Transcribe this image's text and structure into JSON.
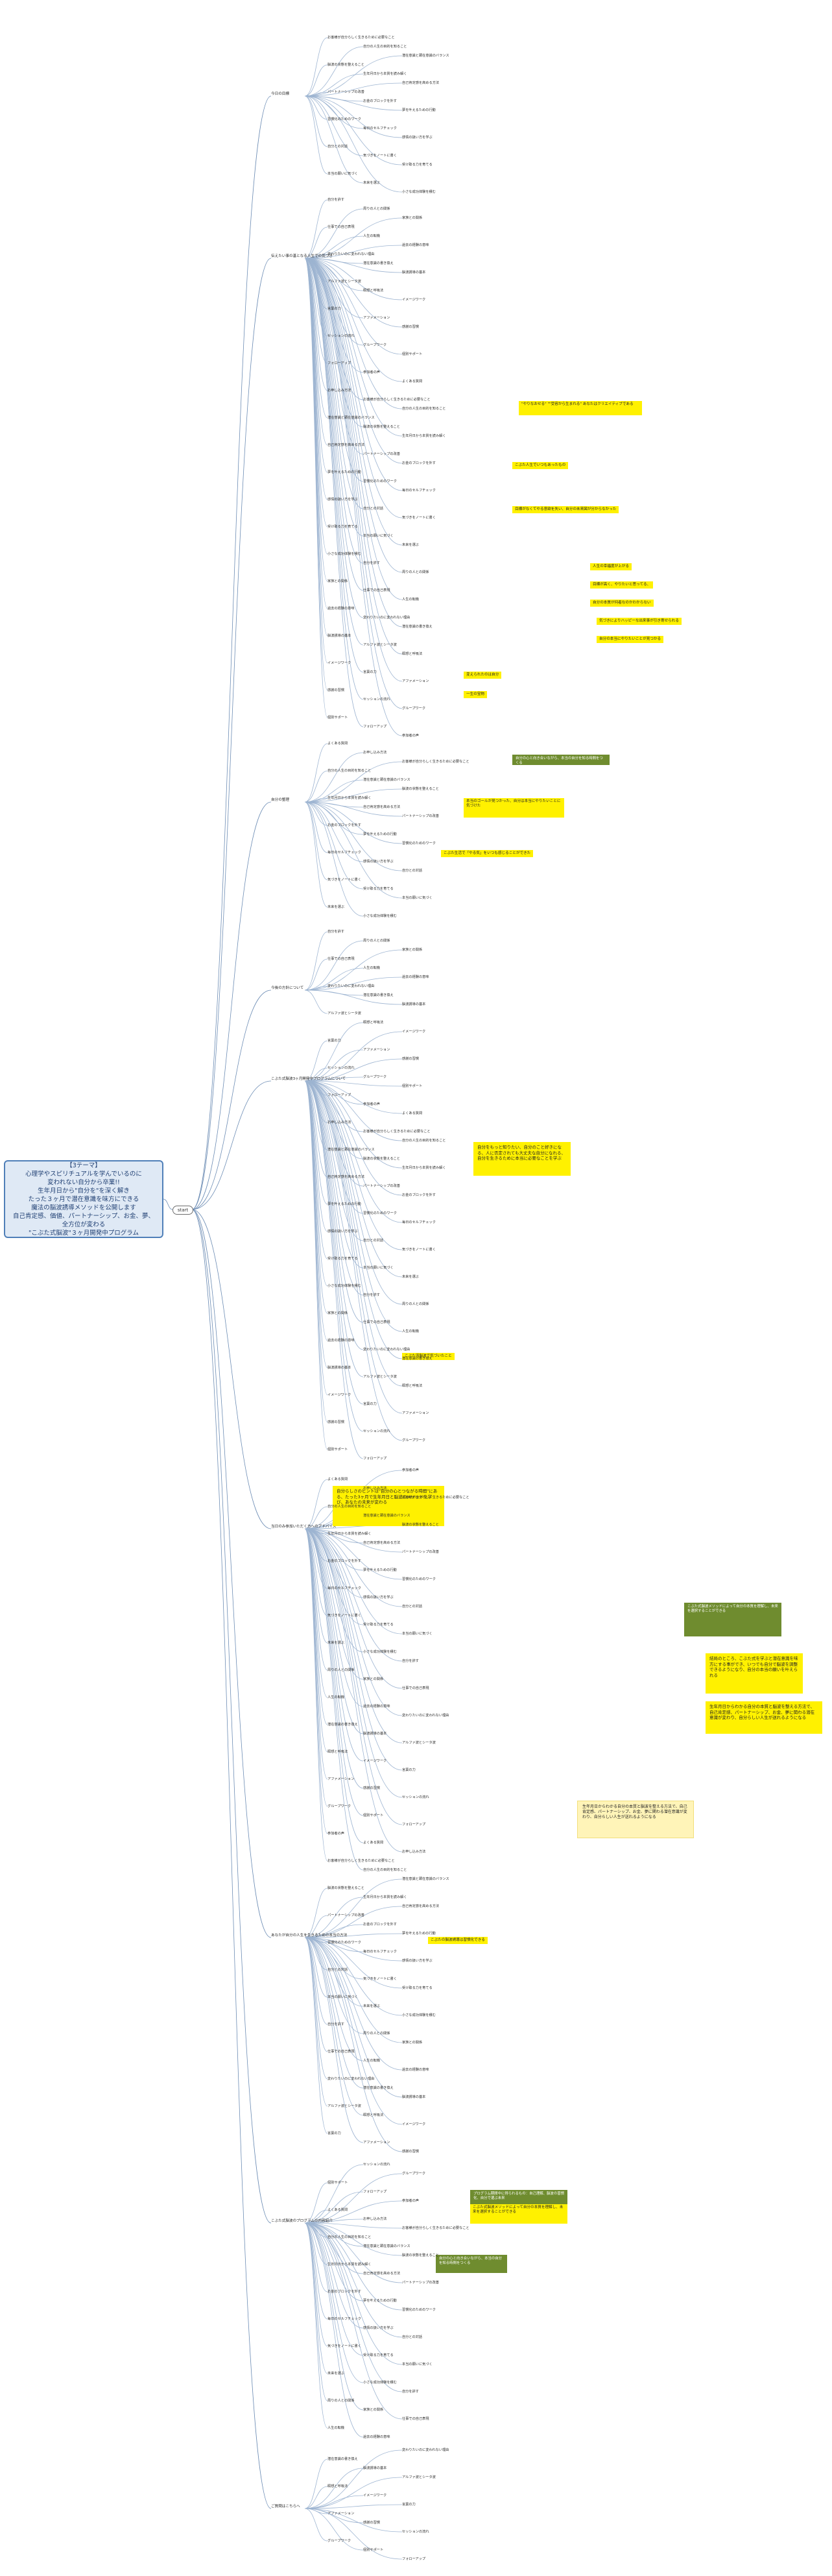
{
  "root": {
    "lines": [
      "【3テーマ】",
      "心理学やスピリチュアルを学んでいるのに",
      "変われない自分から卒業!!",
      "生年月日から\"自分を\"を深く解き",
      "たった３ヶ月で潜在意識を味方にできる",
      "魔法の脳波誘導メソッドを公開します",
      "自己肯定感、価値、パートナーシップ、お金、夢、",
      "全方位が変わる",
      "\"こぶた式脳波\"３ヶ月開発中プログラム"
    ]
  },
  "start_label": "start",
  "main_branches": [
    {
      "label": "今日の目標"
    },
    {
      "label": "伝えたい事の基となる人生での気づき"
    },
    {
      "label": "自分の整理"
    },
    {
      "label": "今後の方針について"
    },
    {
      "label": "こぶた式脳波3ヶ月開発中プログラムについて"
    },
    {
      "label": "当日のみ参加いただく方へのアドバイス"
    },
    {
      "label": "あなたが自分の人生を生きるための本当の方法"
    },
    {
      "label": "こぶた式脳波のプログラムの内容紹介"
    },
    {
      "label": "ご質問はこちらへ"
    }
  ],
  "highlights": {
    "h1": "\"やりなおせる\" \"\"受容から生まれる\" あなたはクリエイティブである",
    "h2": "こぶた人生でいつもあったもの",
    "h3": "目標がなくてやる意欲を失い、自分の未来図が分からなかった",
    "h4": "人生の幸福度が上がる",
    "h5": "目標が高く、やりたいと思ってる、",
    "h6": "自分の本質が何者なのかわからない",
    "h7": "気づきによりハッピーな出来事が引き寄せられる",
    "h8": "自分の本当にやりたいことが見つかる",
    "h9": "変えられたのは自分",
    "h10": "一生の宝物",
    "h11": "こぶた流脳波で気づいたこと",
    "h12": "本当のゴールが見つかった、自分は本当にやりたいことに気づけた",
    "h13": "こぶた生活で「やる気」をいつも感じることができた",
    "h14": "こぶたの脳波誘導は習慣化できる"
  },
  "notes": {
    "n1": "自分をもっと知りたい、自分のこと好きになる、人に否定されても大丈夫な自分になれる、自分を生きるために本当に必要なことを学ぶ",
    "n2": "結局のところ、こぶた式を学ぶと潜在意識を味方にする事ができ、いつでも自分で脳波を調整できるようになり、自分の本当の願いを叶えられる",
    "n3": "生年月日からわかる自分の本質と脳波を整える方法で、自己肯定感、パートナーシップ、お金、夢に関わる潜在意識が変わり、自分らしい人生が送れるようになる",
    "n4": "自分らしさのヒントは\"自分の心とつながる時間\"にある、たった3ヶ月で生年月日と脳波のメソッドを学び、あなたの未来が変わる",
    "g1": "自分の心と向き合いながら、本当の自分を知る時間をつくる",
    "g2": "こぶた式脳波メソッドによって自分の本質を理解し、未来を選択することができる",
    "g3": "プログラム期間中に得られるもの：自己理解、脳波の習慣化、自分で選ぶ未来"
  },
  "text_items": [
    "お客様が自分らしく生きるために必要なこと",
    "自分の人生の目的を知ること",
    "潜在意識と顕在意識のバランス",
    "脳波の状態を整えること",
    "生年月日から本質を読み解く",
    "自己肯定感を高める方法",
    "パートナーシップの改善",
    "お金のブロックを外す",
    "夢を叶えるための行動",
    "習慣化のためのワーク",
    "毎日のセルフチェック",
    "感情の扱い方を学ぶ",
    "自分との対話",
    "気づきをノートに書く",
    "受け取る力を育てる",
    "本当の願いに気づく",
    "未来を選ぶ",
    "小さな成功体験を積む",
    "自分を許す",
    "周りの人との関係",
    "家族との関係",
    "仕事での自己表現",
    "人生の転機",
    "過去の経験の意味",
    "変わりたいのに変われない理由",
    "潜在意識の書き換え",
    "脳波誘導の基本",
    "アルファ波とシータ波",
    "瞑想と呼吸法",
    "イメージワーク",
    "言葉の力",
    "アファメーション",
    "感謝の習慣",
    "セッションの流れ",
    "グループワーク",
    "個別サポート",
    "フォローアップ",
    "参加者の声",
    "よくある質問",
    "お申し込み方法"
  ]
}
